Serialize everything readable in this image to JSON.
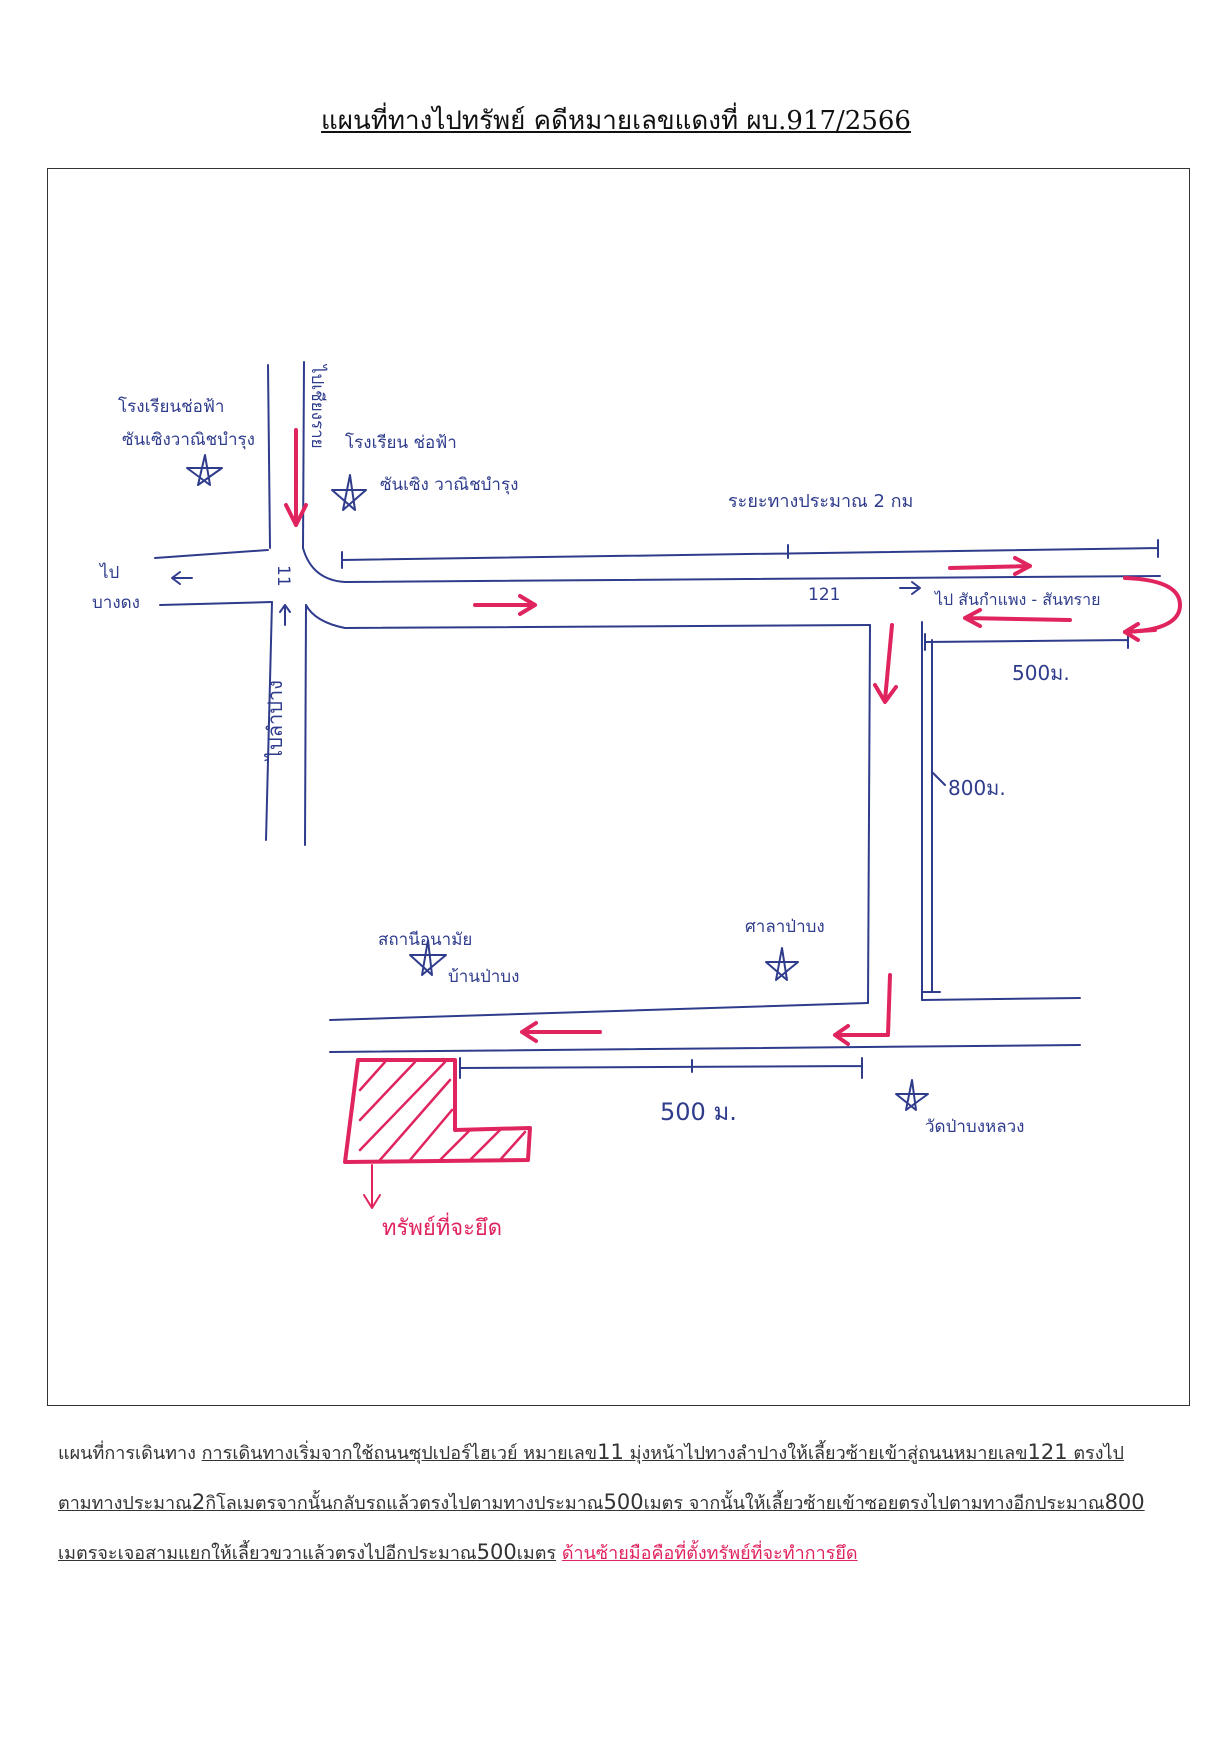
{
  "title": "แผนที่ทางไปทรัพย์  คดีหมายเลขแดงที่ ผบ.917/2566",
  "labels": {
    "school_left": [
      "โรงเรียนช่อฟ้า",
      "ซันเซิงวาณิชบำรุง"
    ],
    "school_right": [
      "โรงเรียน ช่อฟ้า",
      "ซันเซิง วาณิชบำรุง"
    ],
    "to_top": "ไปเชียงราย",
    "to_left": [
      "ไป",
      "บางดง"
    ],
    "to_bottom": "ไปลำปาง",
    "road_11": "11",
    "distance_2km": "ระยะทางประมาณ 2 กม",
    "road_121": "121",
    "to_right": "ไป สันกำแพง - สันทราย",
    "dist_500_top": "500ม.",
    "dist_800": "800ม.",
    "health": [
      "สถานีอนามัย",
      "บ้านป่าบง"
    ],
    "sala": "ศาลาป่าบง",
    "temple": "วัดป่าบงหลวง",
    "dist_500_bottom": "500 ม.",
    "property": "ทรัพย์ที่จะยึด"
  },
  "description": {
    "prefix": "แผนที่การเดินทาง",
    "line1": "การเดินทางเริ่มจากใช้ถนนซุปเปอร์ไฮเวย์ หมายเลข",
    "n11": "11",
    "line1b": " มุ่งหน้าไปทางลำปางให้เลี้ยวซ้ายเข้าสู่ถนนหมายเลข",
    "n121": "121",
    "line1c": " ตรงไป",
    "line2": "ตามทางประมาณ",
    "n2": "2",
    "line2b": "กิโลเมตรจากนั้นกลับรถแล้วตรงไปตามทางประมาณ",
    "n500a": "500",
    "line2c": "เมตร จากนั้นให้เลี้ยวซ้ายเข้าซอยตรงไปตามทางอีกประมาณ",
    "n800": "800",
    "line3": "เมตรจะเจอสามแยกให้เลี้ยวขวาแล้วตรงไปอีกประมาณ",
    "n500b": "500",
    "line3b": "เมตร",
    "red_note": "ด้านซ้ายมือคือที่ตั้งทรัพย์ที่จะทำการยึด"
  },
  "colors": {
    "ink_blue": "#2f3c8c",
    "ink_red": "#e0245e",
    "frame": "#333333"
  }
}
